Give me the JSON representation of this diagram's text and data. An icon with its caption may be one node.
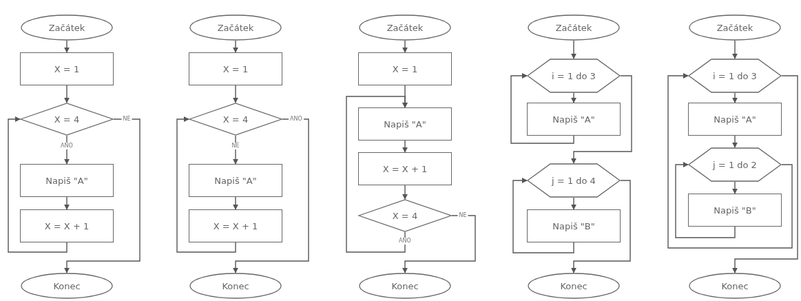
{
  "diagram": {
    "nodes": [
      {
        "text": [
          "Začátek"
        ]
      },
      {
        "text": [
          "X = 1"
        ]
      },
      {
        "text": [
          "X = 4"
        ]
      },
      {
        "text": [
          "Napiš \"A\""
        ]
      },
      {
        "text": [
          "X = X + 1"
        ]
      },
      {
        "text": [
          "Konec"
        ]
      },
      {
        "text": [
          "Začátek"
        ]
      },
      {
        "text": [
          "X = 1"
        ]
      },
      {
        "text": [
          "X = 4"
        ]
      },
      {
        "text": [
          "Napiš \"A\""
        ]
      },
      {
        "text": [
          "X = X + 1"
        ]
      },
      {
        "text": [
          "Konec"
        ]
      },
      {
        "text": [
          "Začátek"
        ]
      },
      {
        "text": [
          "X = 1"
        ]
      },
      {
        "text": [
          "Napiš \"A\""
        ]
      },
      {
        "text": [
          "X = X + 1"
        ]
      },
      {
        "text": [
          "X = 4"
        ]
      },
      {
        "text": [
          "Konec"
        ]
      },
      {
        "text": [
          "Začátek"
        ]
      },
      {
        "text": [
          "i = 1 do 3"
        ]
      },
      {
        "text": [
          "Napiš \"A\""
        ]
      },
      {
        "text": [
          "j = 1 do 4"
        ]
      },
      {
        "text": [
          "Napiš \"B\""
        ]
      },
      {
        "text": [
          "Konec"
        ]
      },
      {
        "text": [
          "Začátek"
        ]
      },
      {
        "text": [
          "i = 1 do 3"
        ]
      },
      {
        "text": [
          "Napiš \"A\""
        ]
      },
      {
        "text": [
          "j = 1 do 2"
        ]
      },
      {
        "text": [
          "Napiš \"B\""
        ]
      },
      {
        "text": [
          "Konec"
        ]
      }
    ],
    "edges": [
      {
        "from": 0,
        "to": 1,
        "arrow": "to"
      },
      {
        "from": 1,
        "to": 2,
        "arrow": "to"
      },
      {
        "from": 2,
        "to": 3,
        "arrow": "to",
        "label": "ANO"
      },
      {
        "from": 3,
        "to": 4,
        "arrow": "to"
      },
      {
        "from": 4,
        "to": 2,
        "arrow": "to"
      },
      {
        "from": 2,
        "to": 5,
        "arrow": "to",
        "label": "NE"
      },
      {
        "from": 6,
        "to": 7,
        "arrow": "to"
      },
      {
        "from": 7,
        "to": 8,
        "arrow": "to"
      },
      {
        "from": 8,
        "to": 9,
        "arrow": "to",
        "label": "NE"
      },
      {
        "from": 9,
        "to": 10,
        "arrow": "to"
      },
      {
        "from": 10,
        "to": 8,
        "arrow": "to"
      },
      {
        "from": 8,
        "to": 11,
        "arrow": "to",
        "label": "ANO"
      },
      {
        "from": 12,
        "to": 13,
        "arrow": "to"
      },
      {
        "from": 13,
        "to": 14,
        "arrow": "to"
      },
      {
        "from": 14,
        "to": 15,
        "arrow": "to"
      },
      {
        "from": 15,
        "to": 16,
        "arrow": "to"
      },
      {
        "from": 16,
        "to": 14,
        "arrow": "to",
        "label": "ANO"
      },
      {
        "from": 16,
        "to": 17,
        "arrow": "to",
        "label": "NE"
      },
      {
        "from": 18,
        "to": 19,
        "arrow": "to"
      },
      {
        "from": 19,
        "to": 20,
        "arrow": "to"
      },
      {
        "from": 20,
        "to": 19,
        "arrow": "to"
      },
      {
        "from": 19,
        "to": 21,
        "arrow": "to"
      },
      {
        "from": 21,
        "to": 22,
        "arrow": "to"
      },
      {
        "from": 22,
        "to": 21,
        "arrow": "to"
      },
      {
        "from": 21,
        "to": 23,
        "arrow": "to"
      },
      {
        "from": 24,
        "to": 25,
        "arrow": "to"
      },
      {
        "from": 25,
        "to": 26,
        "arrow": "to"
      },
      {
        "from": 26,
        "to": 27,
        "arrow": "to"
      },
      {
        "from": 27,
        "to": 28,
        "arrow": "to"
      },
      {
        "from": 28,
        "to": 27,
        "arrow": "to"
      },
      {
        "from": 27,
        "to": 25,
        "arrow": "to"
      },
      {
        "from": 25,
        "to": 29,
        "arrow": "to"
      }
    ]
  }
}
